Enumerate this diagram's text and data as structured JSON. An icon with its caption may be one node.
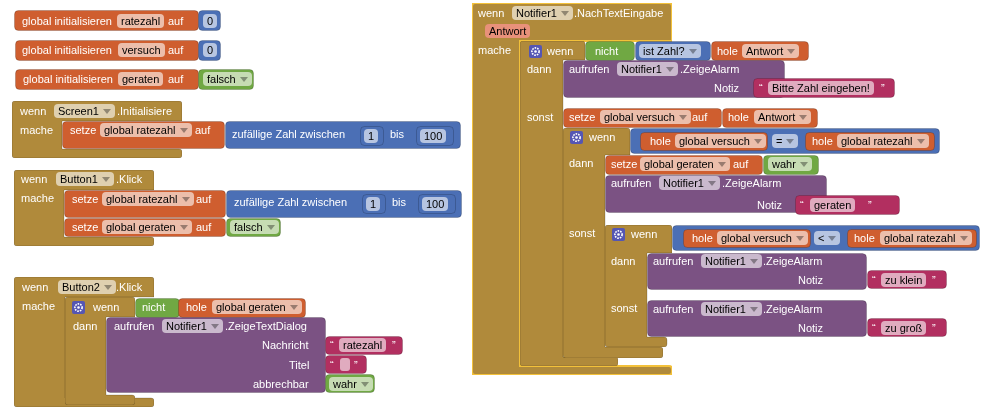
{
  "diagram": {
    "nodes": [
      {
        "text": [
          "global initialisieren",
          "ratezahl",
          "auf"
        ]
      },
      {
        "text": [
          "0"
        ]
      },
      {
        "text": [
          "global initialisieren",
          "versuch",
          "auf"
        ]
      },
      {
        "text": [
          "0"
        ]
      },
      {
        "text": [
          "global initialisieren",
          "geraten",
          "auf"
        ]
      },
      {
        "text": [
          "falsch"
        ]
      },
      {
        "text": [
          "wenn",
          "Screen1",
          ".Initialisiere",
          "mache"
        ]
      },
      {
        "text": [
          "setze",
          "global ratezahl",
          "auf"
        ]
      },
      {
        "text": [
          "zufällige Zahl zwischen",
          "bis"
        ]
      },
      {
        "text": [
          "1"
        ],
        "in": 8
      },
      {
        "text": [
          "100"
        ],
        "in": 8
      },
      {
        "text": [
          "wenn",
          "Button1",
          ".Klick",
          "mache"
        ]
      },
      {
        "text": [
          "setze",
          "global ratezahl",
          "auf"
        ]
      },
      {
        "text": [
          "zufällige Zahl zwischen",
          "bis"
        ]
      },
      {
        "text": [
          "1"
        ],
        "in": 13
      },
      {
        "text": [
          "100"
        ],
        "in": 13
      },
      {
        "text": [
          "setze",
          "global geraten",
          "auf"
        ]
      },
      {
        "text": [
          "falsch"
        ]
      },
      {
        "text": [
          "wenn",
          "Button2",
          ".Klick",
          "mache"
        ]
      },
      {
        "text": [
          "wenn",
          "dann"
        ],
        "in": 18
      },
      {
        "text": [
          "nicht"
        ]
      },
      {
        "text": [
          "hole",
          "global geraten"
        ]
      },
      {
        "text": [
          "aufrufen",
          "Notifier1",
          ".ZeigeTextDialog",
          "Nachricht",
          "Titel",
          "abbrechbar"
        ]
      },
      {
        "text": [
          "“",
          "ratezahl",
          "”"
        ]
      },
      {
        "text": [
          "“",
          "”"
        ]
      },
      {
        "text": [
          "wahr"
        ]
      },
      {
        "text": [
          "wenn",
          "Notifier1",
          ".NachTextEingabe",
          "Antwort",
          "mache"
        ]
      },
      {
        "text": [
          "wenn",
          "dann",
          "sonst"
        ],
        "in": 26
      },
      {
        "text": [
          "nicht"
        ]
      },
      {
        "text": [
          "ist Zahl?"
        ]
      },
      {
        "text": [
          "hole",
          "Antwort"
        ]
      },
      {
        "text": [
          "aufrufen",
          "Notifier1",
          ".ZeigeAlarm",
          "Notiz"
        ]
      },
      {
        "text": [
          "“",
          "Bitte Zahl eingeben!",
          "”"
        ]
      },
      {
        "text": [
          "setze",
          "global versuch",
          "auf"
        ]
      },
      {
        "text": [
          "hole",
          "Antwort"
        ]
      },
      {
        "text": [
          "wenn",
          "dann",
          "sonst"
        ],
        "in": 26
      },
      {
        "text": [
          "="
        ]
      },
      {
        "text": [
          "hole",
          "global versuch"
        ],
        "in": 36
      },
      {
        "text": [
          "hole",
          "global ratezahl"
        ],
        "in": 36
      },
      {
        "text": [
          "setze",
          "global geraten",
          "auf"
        ]
      },
      {
        "text": [
          "wahr"
        ]
      },
      {
        "text": [
          "aufrufen",
          "Notifier1",
          ".ZeigeAlarm",
          "Notiz"
        ]
      },
      {
        "text": [
          "“",
          "geraten",
          "”"
        ]
      },
      {
        "text": [
          "wenn",
          "dann",
          "sonst"
        ],
        "in": 26
      },
      {
        "text": [
          "<"
        ]
      },
      {
        "text": [
          "hole",
          "global versuch"
        ],
        "in": 44
      },
      {
        "text": [
          "hole",
          "global ratezahl"
        ],
        "in": 44
      },
      {
        "text": [
          "aufrufen",
          "Notifier1",
          ".ZeigeAlarm",
          "Notiz"
        ]
      },
      {
        "text": [
          "“",
          "zu klein",
          "”"
        ]
      },
      {
        "text": [
          "aufrufen",
          "Notifier1",
          ".ZeigeAlarm",
          "Notiz"
        ]
      },
      {
        "text": [
          "“",
          "zu groß",
          "”"
        ]
      }
    ]
  }
}
